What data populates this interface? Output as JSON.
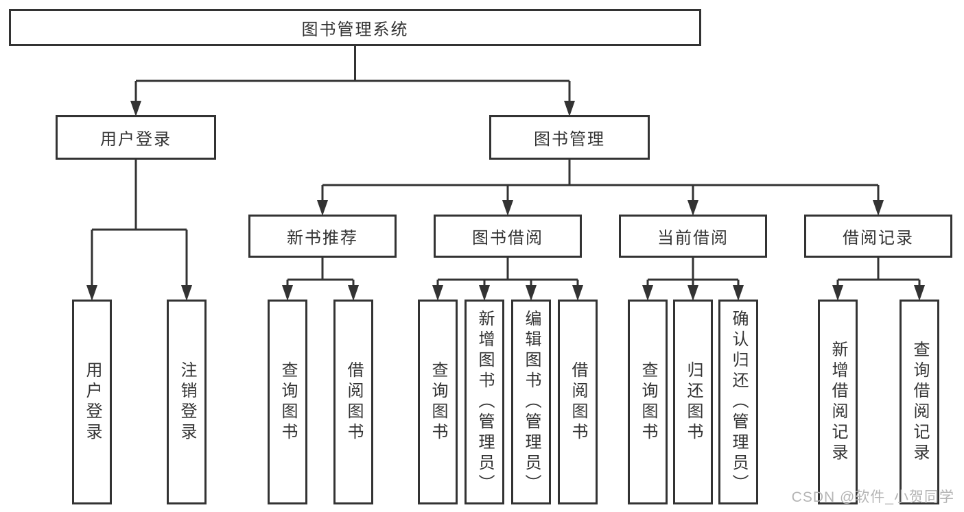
{
  "diagram": {
    "title": "图书管理系统",
    "watermark": "CSDN @软件_小贺同学",
    "colors": {
      "line": "#333333",
      "text": "#333333",
      "box_background": "#ffffff",
      "watermark": "#b5b5b5"
    },
    "nodes": [
      {
        "id": "root",
        "label": "图书管理系统",
        "orient": "h",
        "parent": null
      },
      {
        "id": "user-login",
        "label": "用户登录",
        "orient": "h",
        "parent": "root"
      },
      {
        "id": "book-mgmt",
        "label": "图书管理",
        "orient": "h",
        "parent": "root"
      },
      {
        "id": "new-book-rec",
        "label": "新书推荐",
        "orient": "h",
        "parent": "book-mgmt"
      },
      {
        "id": "book-borrow",
        "label": "图书借阅",
        "orient": "h",
        "parent": "book-mgmt"
      },
      {
        "id": "current-borrow",
        "label": "当前借阅",
        "orient": "h",
        "parent": "book-mgmt"
      },
      {
        "id": "borrow-records",
        "label": "借阅记录",
        "orient": "h",
        "parent": "book-mgmt"
      },
      {
        "id": "login-op",
        "label": "用户登录",
        "orient": "v",
        "parent": "user-login"
      },
      {
        "id": "logout-op",
        "label": "注销登录",
        "orient": "v",
        "parent": "user-login"
      },
      {
        "id": "nbr-query",
        "label": "查询图书",
        "orient": "v",
        "parent": "new-book-rec"
      },
      {
        "id": "nbr-borrow",
        "label": "借阅图书",
        "orient": "v",
        "parent": "new-book-rec"
      },
      {
        "id": "bb-query",
        "label": "查询图书",
        "orient": "v",
        "parent": "book-borrow"
      },
      {
        "id": "bb-add",
        "label": "新增图书（管理员）",
        "orient": "v",
        "parent": "book-borrow"
      },
      {
        "id": "bb-edit",
        "label": "编辑图书（管理员）",
        "orient": "v",
        "parent": "book-borrow"
      },
      {
        "id": "bb-borrow",
        "label": "借阅图书",
        "orient": "v",
        "parent": "book-borrow"
      },
      {
        "id": "cb-query",
        "label": "查询图书",
        "orient": "v",
        "parent": "current-borrow"
      },
      {
        "id": "cb-return",
        "label": "归还图书",
        "orient": "v",
        "parent": "current-borrow"
      },
      {
        "id": "cb-confirm",
        "label": "确认归还（管理员）",
        "orient": "v",
        "parent": "current-borrow"
      },
      {
        "id": "br-add",
        "label": "新增借阅记录",
        "orient": "v",
        "parent": "borrow-records"
      },
      {
        "id": "br-query",
        "label": "查询借阅记录",
        "orient": "v",
        "parent": "borrow-records"
      }
    ],
    "edges": [
      {
        "parent": "root",
        "children": [
          "user-login",
          "book-mgmt"
        ]
      },
      {
        "parent": "user-login",
        "children": [
          "login-op",
          "logout-op"
        ]
      },
      {
        "parent": "book-mgmt",
        "children": [
          "new-book-rec",
          "book-borrow",
          "current-borrow",
          "borrow-records"
        ]
      },
      {
        "parent": "new-book-rec",
        "children": [
          "nbr-query",
          "nbr-borrow"
        ]
      },
      {
        "parent": "book-borrow",
        "children": [
          "bb-query",
          "bb-add",
          "bb-edit",
          "bb-borrow"
        ]
      },
      {
        "parent": "current-borrow",
        "children": [
          "cb-query",
          "cb-return",
          "cb-confirm"
        ]
      },
      {
        "parent": "borrow-records",
        "children": [
          "br-add",
          "br-query"
        ]
      }
    ]
  }
}
